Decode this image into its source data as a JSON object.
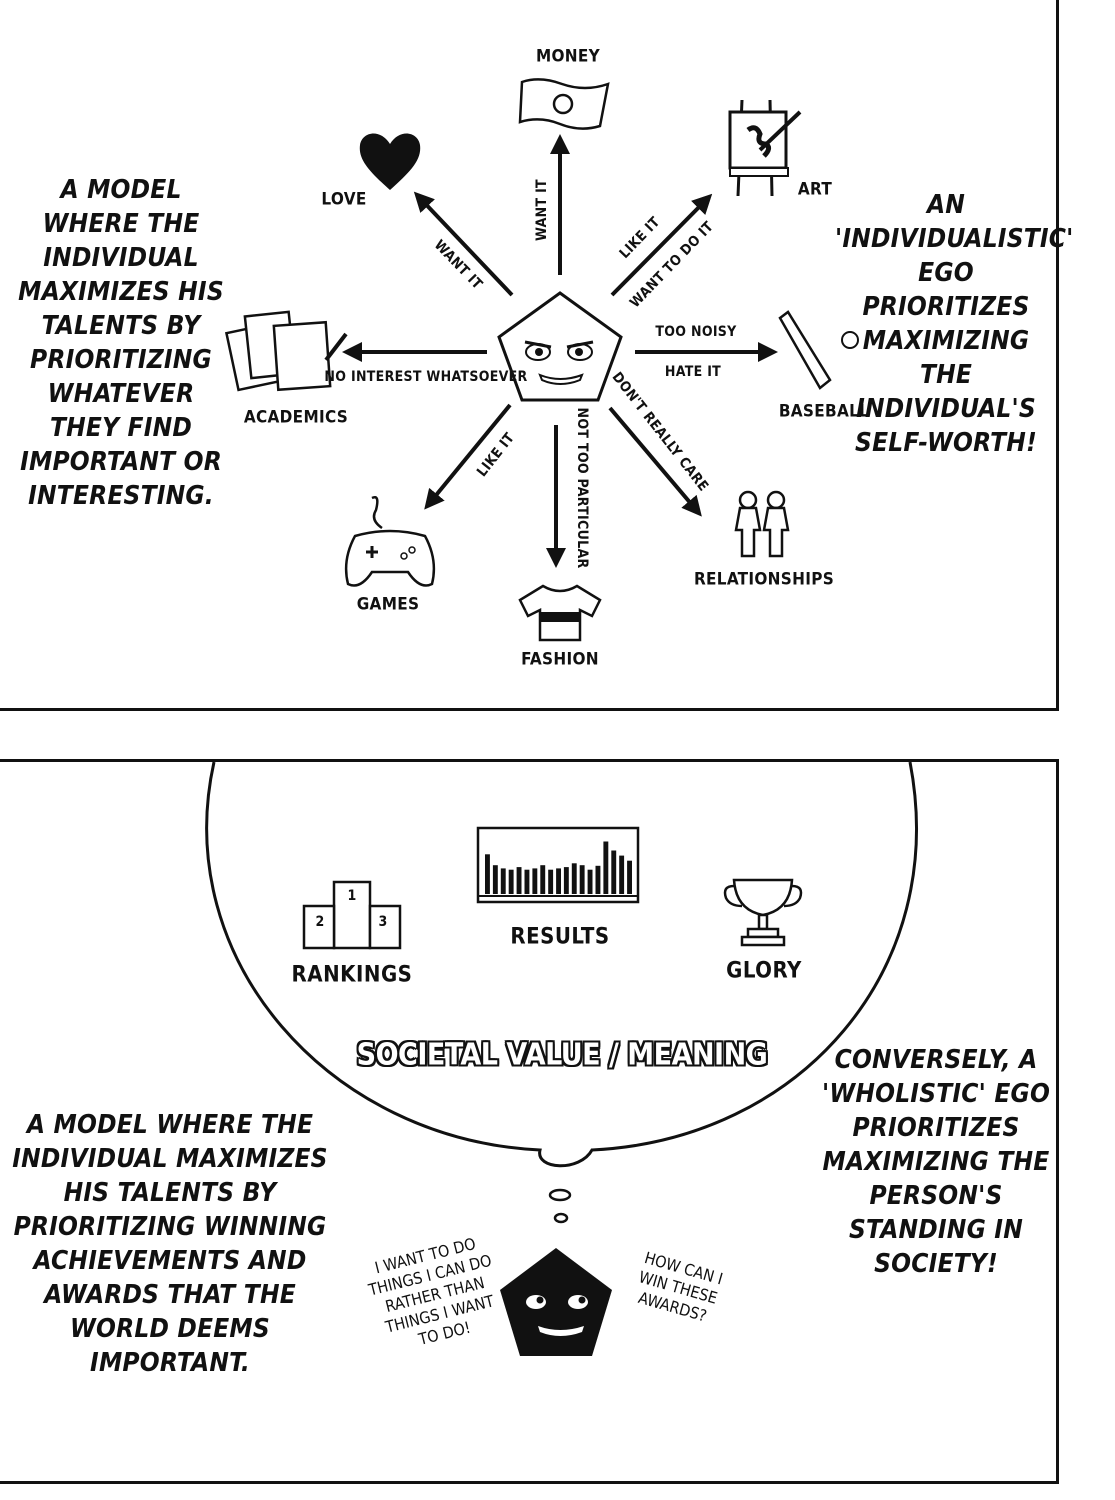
{
  "top_panel": {
    "caption_left": "A model where the individual maximizes his talents by prioritizing whatever they find important or interesting.",
    "caption_right": "An 'individualistic' ego prioritizes maximizing the individual's self-worth!",
    "nodes": {
      "money": "MONEY",
      "art": "ART",
      "love": "LOVE",
      "baseball": "BASEBALL",
      "academics": "ACADEMICS",
      "relationships": "RELATIONSHIPS",
      "games": "GAMES",
      "fashion": "FASHION"
    },
    "arrow_labels": {
      "money": "WANT IT",
      "love": "WANT IT",
      "art_1": "LIKE IT",
      "art_2": "WANT TO DO IT",
      "baseball_1": "TOO NOISY",
      "baseball_2": "HATE IT",
      "academics": "NO INTEREST WHATSOEVER",
      "relationships": "DON'T REALLY CARE",
      "games": "LIKE IT",
      "fashion": "NOT TOO PARTICULAR"
    }
  },
  "bottom_panel": {
    "caption_left": "A model where the individual maximizes his talents by prioritizing winning achievements and awards that the world deems important.",
    "caption_right": "Conversely, a 'wholistic' ego prioritizes maximizing the person's standing in society!",
    "bubble_items": {
      "rankings": "RANKINGS",
      "results": "RESULTS",
      "glory": "GLORY"
    },
    "podium": {
      "first": "1",
      "second": "2",
      "third": "3"
    },
    "banner": "SOCIETAL VALUE / MEANING",
    "speech_left": "I want to do things I can do rather than things I want to do!",
    "speech_right": "How can I win these awards?"
  },
  "chart_data": {
    "type": "bar",
    "categories": [],
    "values": [
      62,
      45,
      40,
      38,
      42,
      38,
      40,
      45,
      38,
      40,
      42,
      48,
      45,
      38,
      44,
      82,
      68,
      60,
      52
    ]
  },
  "colors": {
    "ink": "#111111",
    "paper": "#ffffff"
  }
}
